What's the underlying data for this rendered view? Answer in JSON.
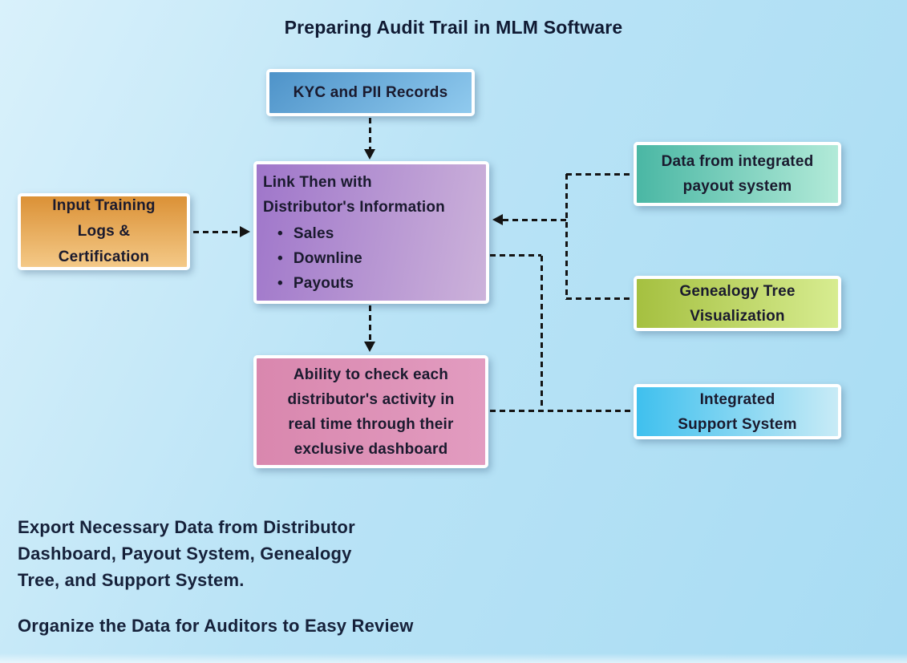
{
  "title": "Preparing Audit Trail in MLM Software",
  "bullet_glyph": "•",
  "boxes": {
    "kyc": {
      "label": "KYC and PII Records"
    },
    "link": {
      "heading_lines": [
        "Link Then with",
        "Distributor's Information"
      ],
      "bullets": [
        "Sales",
        "Downline",
        "Payouts"
      ]
    },
    "training": {
      "lines": [
        "Input Training",
        "Logs &",
        "Certification"
      ]
    },
    "payout": {
      "lines": [
        "Data from integrated",
        "payout system"
      ]
    },
    "genealogy": {
      "lines": [
        "Genealogy Tree",
        "Visualization"
      ]
    },
    "support": {
      "lines": [
        "Integrated",
        "Support System"
      ]
    },
    "dashboard": {
      "lines": [
        "Ability to check each",
        "distributor's activity in",
        "real time through their",
        "exclusive dashboard"
      ]
    }
  },
  "notes": {
    "export_lines": [
      "Export Necessary Data from Distributor",
      "Dashboard, Payout System, Genealogy",
      "Tree, and Support System."
    ],
    "organize": "Organize the Data for Auditors to Easy Review"
  },
  "colors": {
    "background_from": "#d9f1fb",
    "background_to": "#a8dcf3",
    "connector": "#141414",
    "text": "#1a1a2e",
    "title_text": "#101a33",
    "box_border": "#ffffff"
  },
  "gradients": {
    "kyc": {
      "angle": "140deg",
      "from": "#4e93c9",
      "to": "#90caee"
    },
    "link": {
      "angle": "100deg",
      "from": "#9f76ca",
      "to": "#ccb2da"
    },
    "training": {
      "angle": "180deg",
      "from": "#db9136",
      "to": "#f4c987"
    },
    "payout": {
      "angle": "90deg",
      "from": "#4ab7a4",
      "to": "#b2ead8"
    },
    "genealogy": {
      "angle": "90deg",
      "from": "#a5c040",
      "to": "#d7ec90"
    },
    "support": {
      "angle": "90deg",
      "from": "#3fc0ee",
      "to": "#c8ebf6"
    },
    "dashboard": {
      "angle": "90deg",
      "from": "#d987ae",
      "to": "#e29cc0"
    }
  }
}
